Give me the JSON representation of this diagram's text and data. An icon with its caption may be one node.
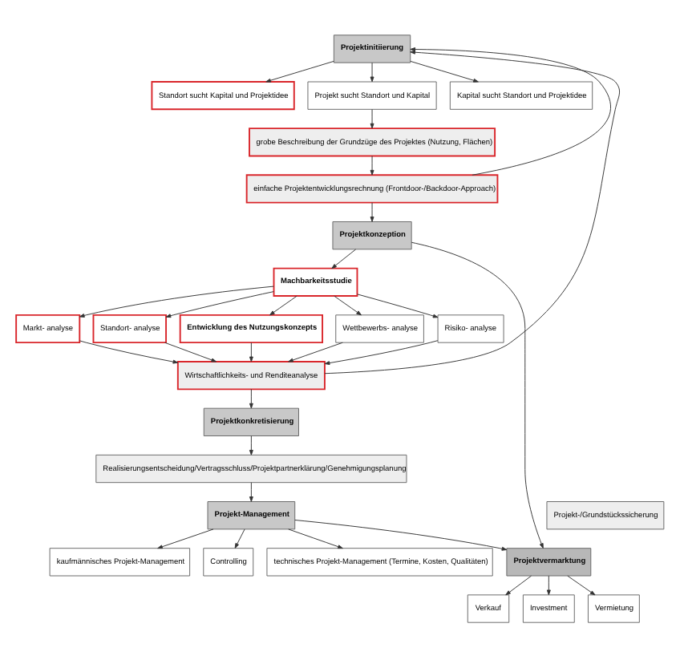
{
  "diagram": {
    "nodes": [
      {
        "text": [
          "Projektinitiierung"
        ]
      },
      {
        "text": [
          "Standort sucht Kapital und Projektidee"
        ]
      },
      {
        "text": [
          "Projekt sucht Standort und Kapital"
        ]
      },
      {
        "text": [
          "Kapital sucht Standort und Projektidee"
        ]
      },
      {
        "text": [
          "grobe Beschreibung der Grundzüge des Projektes (Nutzung, Flächen)"
        ]
      },
      {
        "text": [
          "einfache Projektentwicklungsrechnung (Frontdoor-/Backdoor-Approach)"
        ]
      },
      {
        "text": [
          "Projektkonzeption"
        ]
      },
      {
        "text": [
          "Machbarkeitsstudie"
        ]
      },
      {
        "text": [
          "Markt- analyse"
        ]
      },
      {
        "text": [
          "Standort- analyse"
        ]
      },
      {
        "text": [
          "Entwicklung des Nutzungskonzepts"
        ]
      },
      {
        "text": [
          "Wettbewerbs- analyse"
        ]
      },
      {
        "text": [
          "Risiko- analyse"
        ]
      },
      {
        "text": [
          "Wirtschaftlichkeits- und Renditeanalyse"
        ]
      },
      {
        "text": [
          "Projektkonkretisierung"
        ]
      },
      {
        "text": [
          "Realisierungsentscheidung/Vertragsschluss/Projektpartnerklärung/Genehmigungsplanung"
        ]
      },
      {
        "text": [
          "Projekt-Management"
        ]
      },
      {
        "text": [
          "kaufmännisches Projekt-Management"
        ]
      },
      {
        "text": [
          "Controlling"
        ]
      },
      {
        "text": [
          "technisches Projekt-Management (Termine, Kosten, Qualitäten)"
        ]
      },
      {
        "text": [
          "Projekt-/Grundstückssicherung"
        ]
      },
      {
        "text": [
          "Projektvermarktung"
        ]
      },
      {
        "text": [
          "Verkauf"
        ]
      },
      {
        "text": [
          "Investment"
        ]
      },
      {
        "text": [
          "Vermietung"
        ]
      }
    ],
    "edges": [
      {
        "from": 0,
        "to": 1,
        "arrow": "to"
      },
      {
        "from": 0,
        "to": 2,
        "arrow": "to"
      },
      {
        "from": 0,
        "to": 3,
        "arrow": "to"
      },
      {
        "from": 2,
        "to": 4,
        "arrow": "to"
      },
      {
        "from": 4,
        "to": 5,
        "arrow": "to"
      },
      {
        "from": 5,
        "to": 6,
        "arrow": "to"
      },
      {
        "from": 5,
        "to": 0,
        "arrow": "to"
      },
      {
        "from": 6,
        "to": 7,
        "arrow": "to"
      },
      {
        "from": 6,
        "to": 21,
        "arrow": "to"
      },
      {
        "from": 7,
        "to": 8,
        "arrow": "to"
      },
      {
        "from": 7,
        "to": 9,
        "arrow": "to"
      },
      {
        "from": 7,
        "to": 10,
        "arrow": "to"
      },
      {
        "from": 7,
        "to": 11,
        "arrow": "to"
      },
      {
        "from": 7,
        "to": 12,
        "arrow": "to"
      },
      {
        "from": 8,
        "to": 13,
        "arrow": "to"
      },
      {
        "from": 9,
        "to": 13,
        "arrow": "to"
      },
      {
        "from": 10,
        "to": 13,
        "arrow": "to"
      },
      {
        "from": 11,
        "to": 13,
        "arrow": "to"
      },
      {
        "from": 12,
        "to": 13,
        "arrow": "to"
      },
      {
        "from": 13,
        "to": 0,
        "arrow": "to"
      },
      {
        "from": 13,
        "to": 14,
        "arrow": "to"
      },
      {
        "from": 14,
        "to": 15,
        "arrow": "to"
      },
      {
        "from": 15,
        "to": 16,
        "arrow": "to"
      },
      {
        "from": 16,
        "to": 17,
        "arrow": "to"
      },
      {
        "from": 16,
        "to": 18,
        "arrow": "to"
      },
      {
        "from": 16,
        "to": 19,
        "arrow": "to"
      },
      {
        "from": 16,
        "to": 21,
        "arrow": "to"
      },
      {
        "from": 21,
        "to": 22,
        "arrow": "to"
      },
      {
        "from": 21,
        "to": 23,
        "arrow": "to"
      },
      {
        "from": 21,
        "to": 24,
        "arrow": "to"
      }
    ]
  }
}
